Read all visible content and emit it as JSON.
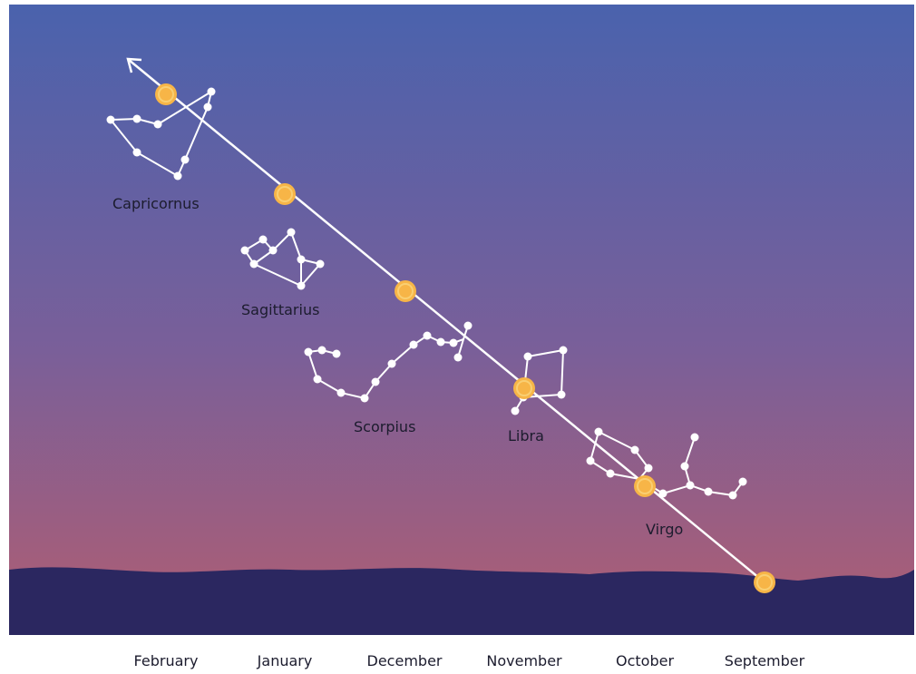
{
  "colors": {
    "sky_top": "#4a62ad",
    "sky_bottom": "#b05e72",
    "ground": "#2b2760",
    "ecliptic": "#ffffff",
    "sun_fill": "#f7b547",
    "sun_ring": "#f9cf72",
    "star": "#ffffff"
  },
  "constellations": [
    {
      "name": "Capricornus"
    },
    {
      "name": "Sagittarius"
    },
    {
      "name": "Scorpius"
    },
    {
      "name": "Libra"
    },
    {
      "name": "Virgo"
    }
  ],
  "months": [
    "February",
    "January",
    "December",
    "November",
    "October",
    "September"
  ],
  "sun_positions_count": 6,
  "icons": {
    "ecliptic_arrow": "arrow-head-icon",
    "sun": "sun-icon"
  }
}
